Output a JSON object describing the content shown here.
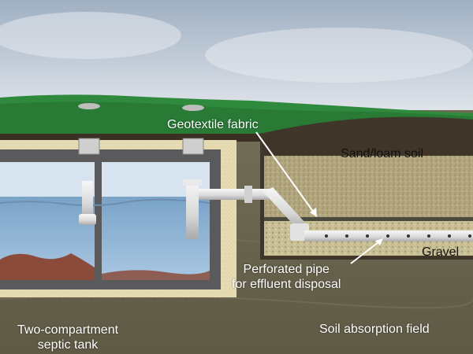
{
  "diagram": {
    "labels": {
      "geotextile_fabric": "Geotextile fabric",
      "sand_loam_soil": "Sand/loam soil",
      "gravel": "Gravel",
      "perforated_pipe_line1": "Perforated pipe",
      "perforated_pipe_line2": "for effluent disposal",
      "septic_tank_line1": "Two-compartment",
      "septic_tank_line2": "septic tank",
      "absorption_field": "Soil absorption field"
    },
    "colors": {
      "sky_top": "#9fb0c2",
      "sky_bottom": "#dfe3ea",
      "grass": "#2f8a3e",
      "topsoil": "#3a2f22",
      "subsoil": "#6b6650",
      "sand_backfill": "#e6dcb4",
      "sand_loam": "#b2a67f",
      "gravel": "#c9bf95",
      "tank_wall": "#5a5a5c",
      "water": "#8cb4d6",
      "sludge": "#8a4b3a",
      "pipe": "#e6e6e6"
    },
    "icons": [
      "arrow-icon",
      "pipe-perforation-icon"
    ]
  }
}
